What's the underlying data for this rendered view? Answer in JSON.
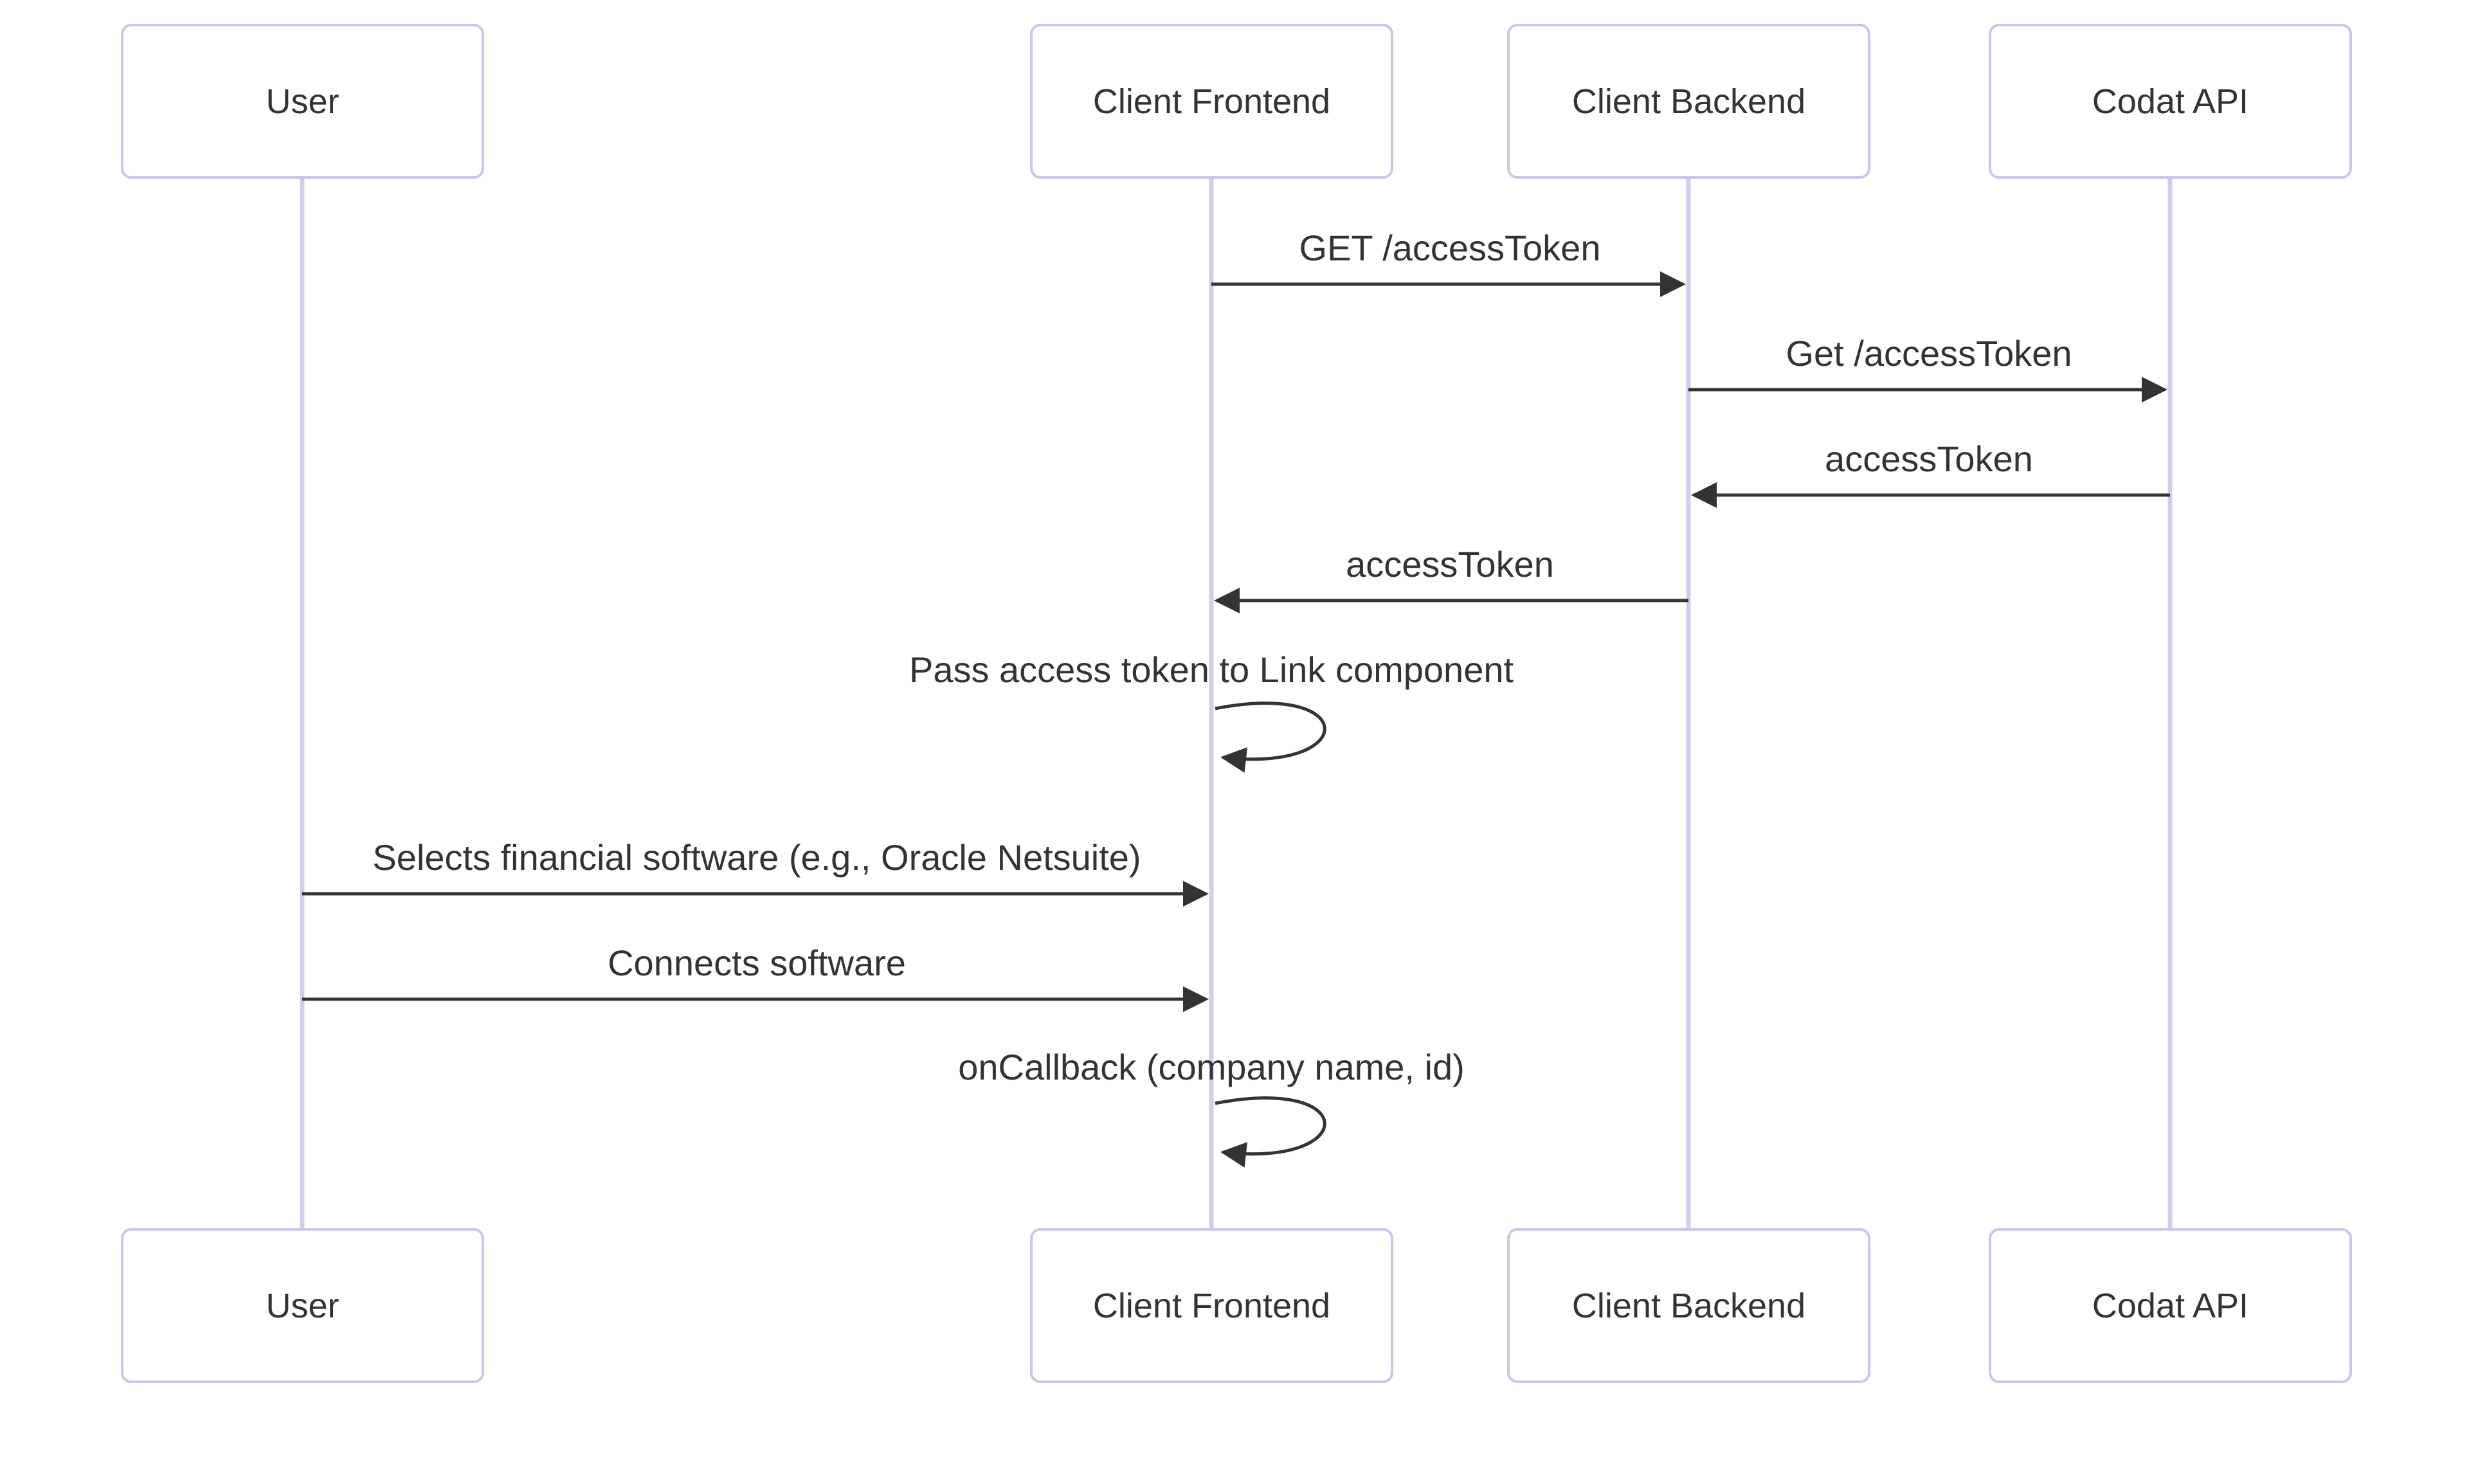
{
  "diagram": {
    "type": "sequence-diagram",
    "actors": [
      {
        "id": "user",
        "label": "User"
      },
      {
        "id": "client-frontend",
        "label": "Client Frontend"
      },
      {
        "id": "client-backend",
        "label": "Client Backend"
      },
      {
        "id": "codat-api",
        "label": "Codat API"
      }
    ],
    "messages": [
      {
        "from": "client-frontend",
        "to": "client-backend",
        "kind": "solid-arrow",
        "label": "GET /accessToken"
      },
      {
        "from": "client-backend",
        "to": "codat-api",
        "kind": "solid-arrow",
        "label": "Get /accessToken"
      },
      {
        "from": "codat-api",
        "to": "client-backend",
        "kind": "solid-arrow",
        "label": "accessToken"
      },
      {
        "from": "client-backend",
        "to": "client-frontend",
        "kind": "solid-arrow",
        "label": "accessToken"
      },
      {
        "from": "client-frontend",
        "to": "client-frontend",
        "kind": "self-loop",
        "label": "Pass access token to Link component"
      },
      {
        "from": "user",
        "to": "client-frontend",
        "kind": "solid-arrow",
        "label": "Selects financial software (e.g., Oracle Netsuite)"
      },
      {
        "from": "user",
        "to": "client-frontend",
        "kind": "solid-arrow",
        "label": "Connects software"
      },
      {
        "from": "client-frontend",
        "to": "client-frontend",
        "kind": "self-loop",
        "label": "onCallback (company name, id)"
      }
    ],
    "colors": {
      "background": "#ffffff",
      "actor_border": "#c9c6e9",
      "actor_fill": "#ffffff",
      "lifeline": "#cfcfec",
      "arrow": "#333333",
      "text": "#333333"
    }
  }
}
